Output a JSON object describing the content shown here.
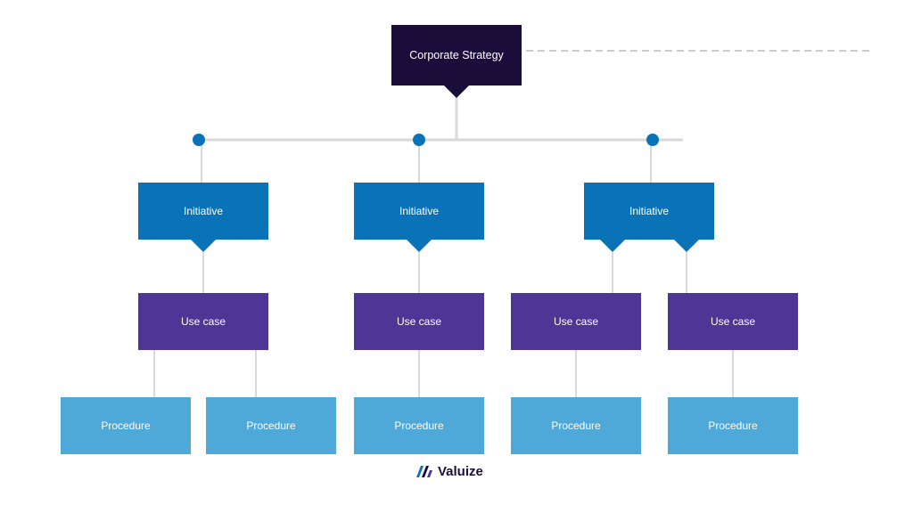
{
  "strategy": {
    "label": "Corporate Strategy"
  },
  "initiatives": [
    {
      "label": "Initiative"
    },
    {
      "label": "Initiative"
    },
    {
      "label": "Initiative"
    }
  ],
  "use_cases": [
    {
      "label": "Use case"
    },
    {
      "label": "Use case"
    },
    {
      "label": "Use case"
    },
    {
      "label": "Use case"
    }
  ],
  "procedures": [
    {
      "label": "Procedure"
    },
    {
      "label": "Procedure"
    },
    {
      "label": "Procedure"
    },
    {
      "label": "Procedure"
    },
    {
      "label": "Procedure"
    }
  ],
  "logo": {
    "text": "Valuize",
    "icon": "valuize-logo-icon"
  },
  "colors": {
    "strategy": "#1a0d3a",
    "initiative": "#0a73b8",
    "use_case": "#4f3595",
    "procedure": "#4ea8d8",
    "connector": "#d9d9d9",
    "dot": "#0a73b8"
  }
}
